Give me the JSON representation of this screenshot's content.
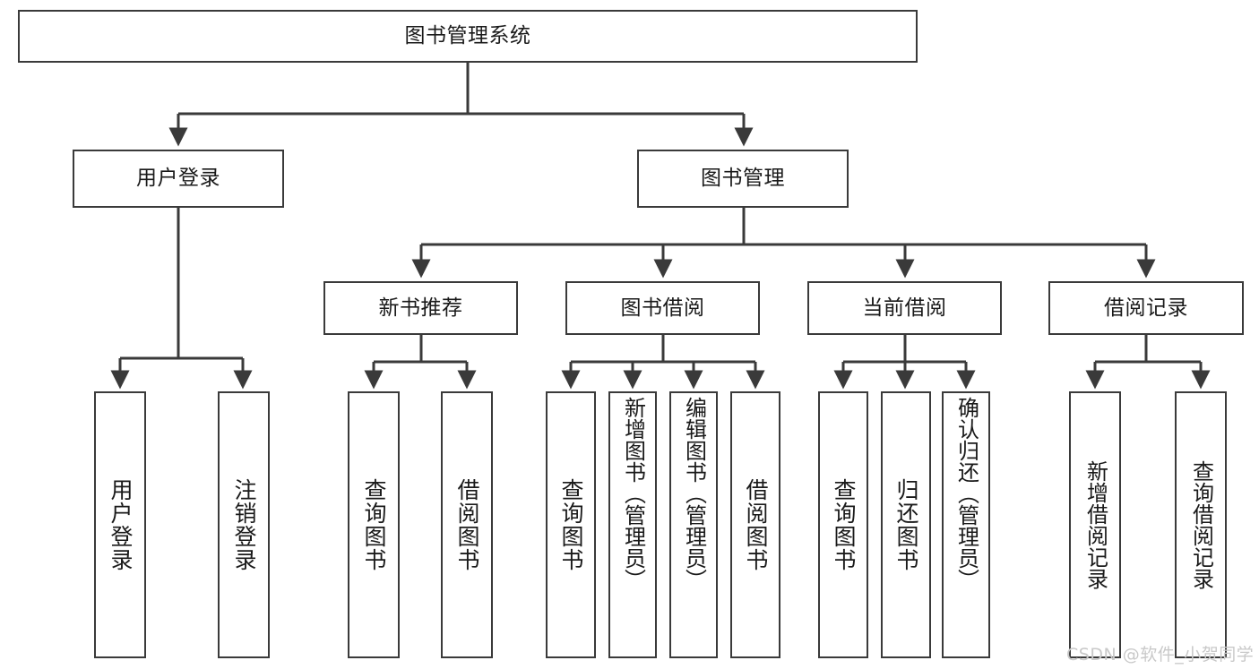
{
  "diagram": {
    "title": "图书管理系统",
    "type": "tree-hierarchy",
    "orientation": "top-down",
    "colors": {
      "box_border": "#3a3a3a",
      "box_fill": "#ffffff",
      "edge": "#3a3a3a",
      "text": "#1a1a1a",
      "watermark": "#c9c9c9",
      "background": "#ffffff"
    }
  },
  "root": {
    "label": "图书管理系统"
  },
  "level2": [
    {
      "label": "用户登录"
    },
    {
      "label": "图书管理"
    }
  ],
  "level3": [
    {
      "label": "新书推荐"
    },
    {
      "label": "图书借阅"
    },
    {
      "label": "当前借阅"
    },
    {
      "label": "借阅记录"
    }
  ],
  "leaves": {
    "user_login": [
      {
        "label": "用户登录"
      },
      {
        "label": "注销登录"
      }
    ],
    "new_book_recommend": [
      {
        "label": "查询图书"
      },
      {
        "label": "借阅图书"
      }
    ],
    "book_borrow": [
      {
        "label": "查询图书"
      },
      {
        "label": "新增图书（管理员）"
      },
      {
        "label": "编辑图书（管理员）"
      },
      {
        "label": "借阅图书"
      }
    ],
    "current_borrow": [
      {
        "label": "查询图书"
      },
      {
        "label": "归还图书"
      },
      {
        "label": "确认归还（管理员）"
      }
    ],
    "borrow_record": [
      {
        "label": "新增借阅记录"
      },
      {
        "label": "查询借阅记录"
      }
    ]
  },
  "watermark": {
    "text": "CSDN @软件_小贺同学"
  }
}
